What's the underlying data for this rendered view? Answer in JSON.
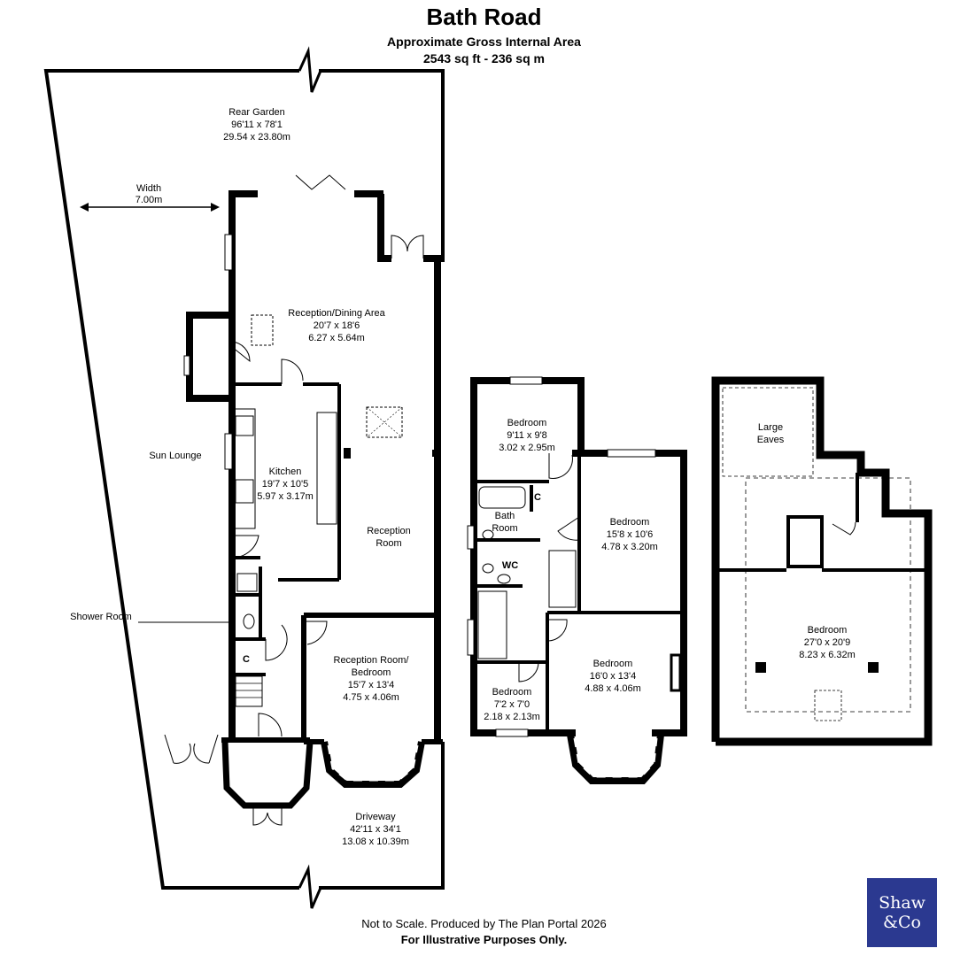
{
  "header": {
    "title": "Bath Road",
    "subtitle": "Approximate Gross Internal Area",
    "area": "2543 sq ft - 236 sq m"
  },
  "ground_floor": {
    "rear_garden": {
      "name": "Rear Garden",
      "imperial": "96'11 x 78'1",
      "metric": "29.54 x 23.80m"
    },
    "width": {
      "name": "Width",
      "metric": "7.00m"
    },
    "reception_dining": {
      "name": "Reception/Dining Area",
      "imperial": "20'7 x 18'6",
      "metric": "6.27 x 5.64m"
    },
    "kitchen": {
      "name": "Kitchen",
      "imperial": "19'7 x 10'5",
      "metric": "5.97 x 3.17m"
    },
    "sun_lounge": {
      "name": "Sun Lounge"
    },
    "reception_room": {
      "name1": "Reception",
      "name2": "Room"
    },
    "shower_room": {
      "name": "Shower Room"
    },
    "cupboard": {
      "name": "C"
    },
    "reception_bedroom": {
      "name1": "Reception Room/",
      "name2": "Bedroom",
      "imperial": "15'7 x 13'4",
      "metric": "4.75 x 4.06m"
    },
    "driveway": {
      "name": "Driveway",
      "imperial": "42'11 x 34'1",
      "metric": "13.08 x 10.39m"
    }
  },
  "first_floor": {
    "bedroom_rear": {
      "name": "Bedroom",
      "imperial": "9'11 x 9'8",
      "metric": "3.02 x 2.95m"
    },
    "bedroom_mid": {
      "name": "Bedroom",
      "imperial": "15'8 x 10'6",
      "metric": "4.78 x 3.20m"
    },
    "bath_room": {
      "name1": "Bath",
      "name2": "Room"
    },
    "cupboard": {
      "name": "C"
    },
    "wc": {
      "name": "WC"
    },
    "bedroom_small": {
      "name": "Bedroom",
      "imperial": "7'2 x 7'0",
      "metric": "2.18 x 2.13m"
    },
    "bedroom_front": {
      "name": "Bedroom",
      "imperial": "16'0 x 13'4",
      "metric": "4.88 x 4.06m"
    }
  },
  "second_floor": {
    "eaves": {
      "name1": "Large",
      "name2": "Eaves"
    },
    "bedroom": {
      "name": "Bedroom",
      "imperial": "27'0 x 20'9",
      "metric": "8.23 x 6.32m"
    }
  },
  "footer": {
    "line1": "Not to Scale. Produced by The Plan Portal 2026",
    "line2": "For Illustrative Purposes Only."
  },
  "logo": {
    "line1": "Shaw",
    "line2": "&Co",
    "color": "#2b3990"
  }
}
